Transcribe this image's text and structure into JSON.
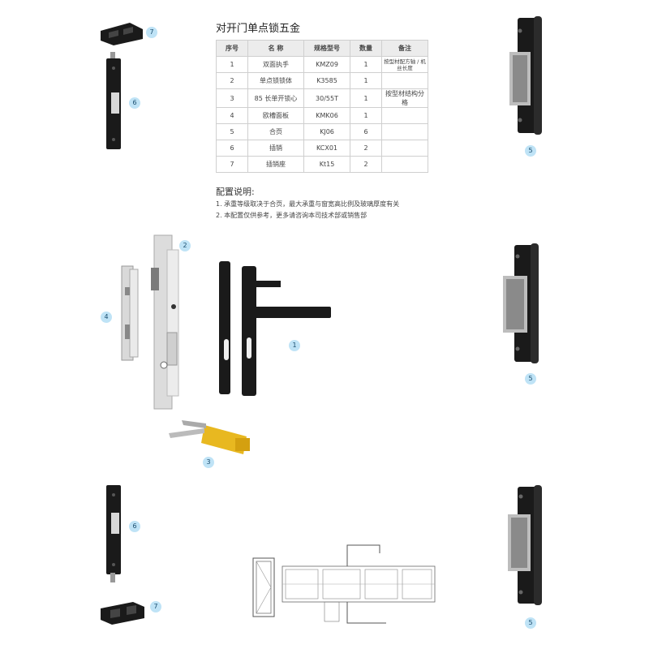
{
  "title": "对开门单点锁五金",
  "table": {
    "headers": [
      "序号",
      "名 称",
      "规格型号",
      "数量",
      "备注"
    ],
    "rows": [
      [
        "1",
        "双面执手",
        "KMZ09",
        "1",
        "按型材配方轴 / 机丝长度"
      ],
      [
        "2",
        "单点锁锁体",
        "K3585",
        "1",
        ""
      ],
      [
        "3",
        "85 长单开锁心",
        "30/55T",
        "1",
        "按型材结构分格"
      ],
      [
        "4",
        "欧槽面板",
        "KMK06",
        "1",
        ""
      ],
      [
        "5",
        "合页",
        "KJ06",
        "6",
        ""
      ],
      [
        "6",
        "插销",
        "KCX01",
        "2",
        ""
      ],
      [
        "7",
        "插销座",
        "Kt15",
        "2",
        ""
      ]
    ]
  },
  "config": {
    "title": "配置说明:",
    "lines": [
      "1. 承重等级取决于合页，最大承重与窗宽高比例及玻璃厚度有关",
      "2. 本配置仅供参考，更多请咨询本司技术部或销售部"
    ]
  },
  "badges": {
    "b7_top": "7",
    "b6_top": "6",
    "b5_top": "5",
    "b2": "2",
    "b4": "4",
    "b1": "1",
    "b5_mid": "5",
    "b3": "3",
    "b6_bottom": "6",
    "b7_bottom": "7",
    "b5_bottom": "5"
  },
  "colors": {
    "badge_fill": "#bfe3f6",
    "hardware_black": "#1a1a1a",
    "steel": "#c8c8c8",
    "brass": "#e8b820"
  }
}
